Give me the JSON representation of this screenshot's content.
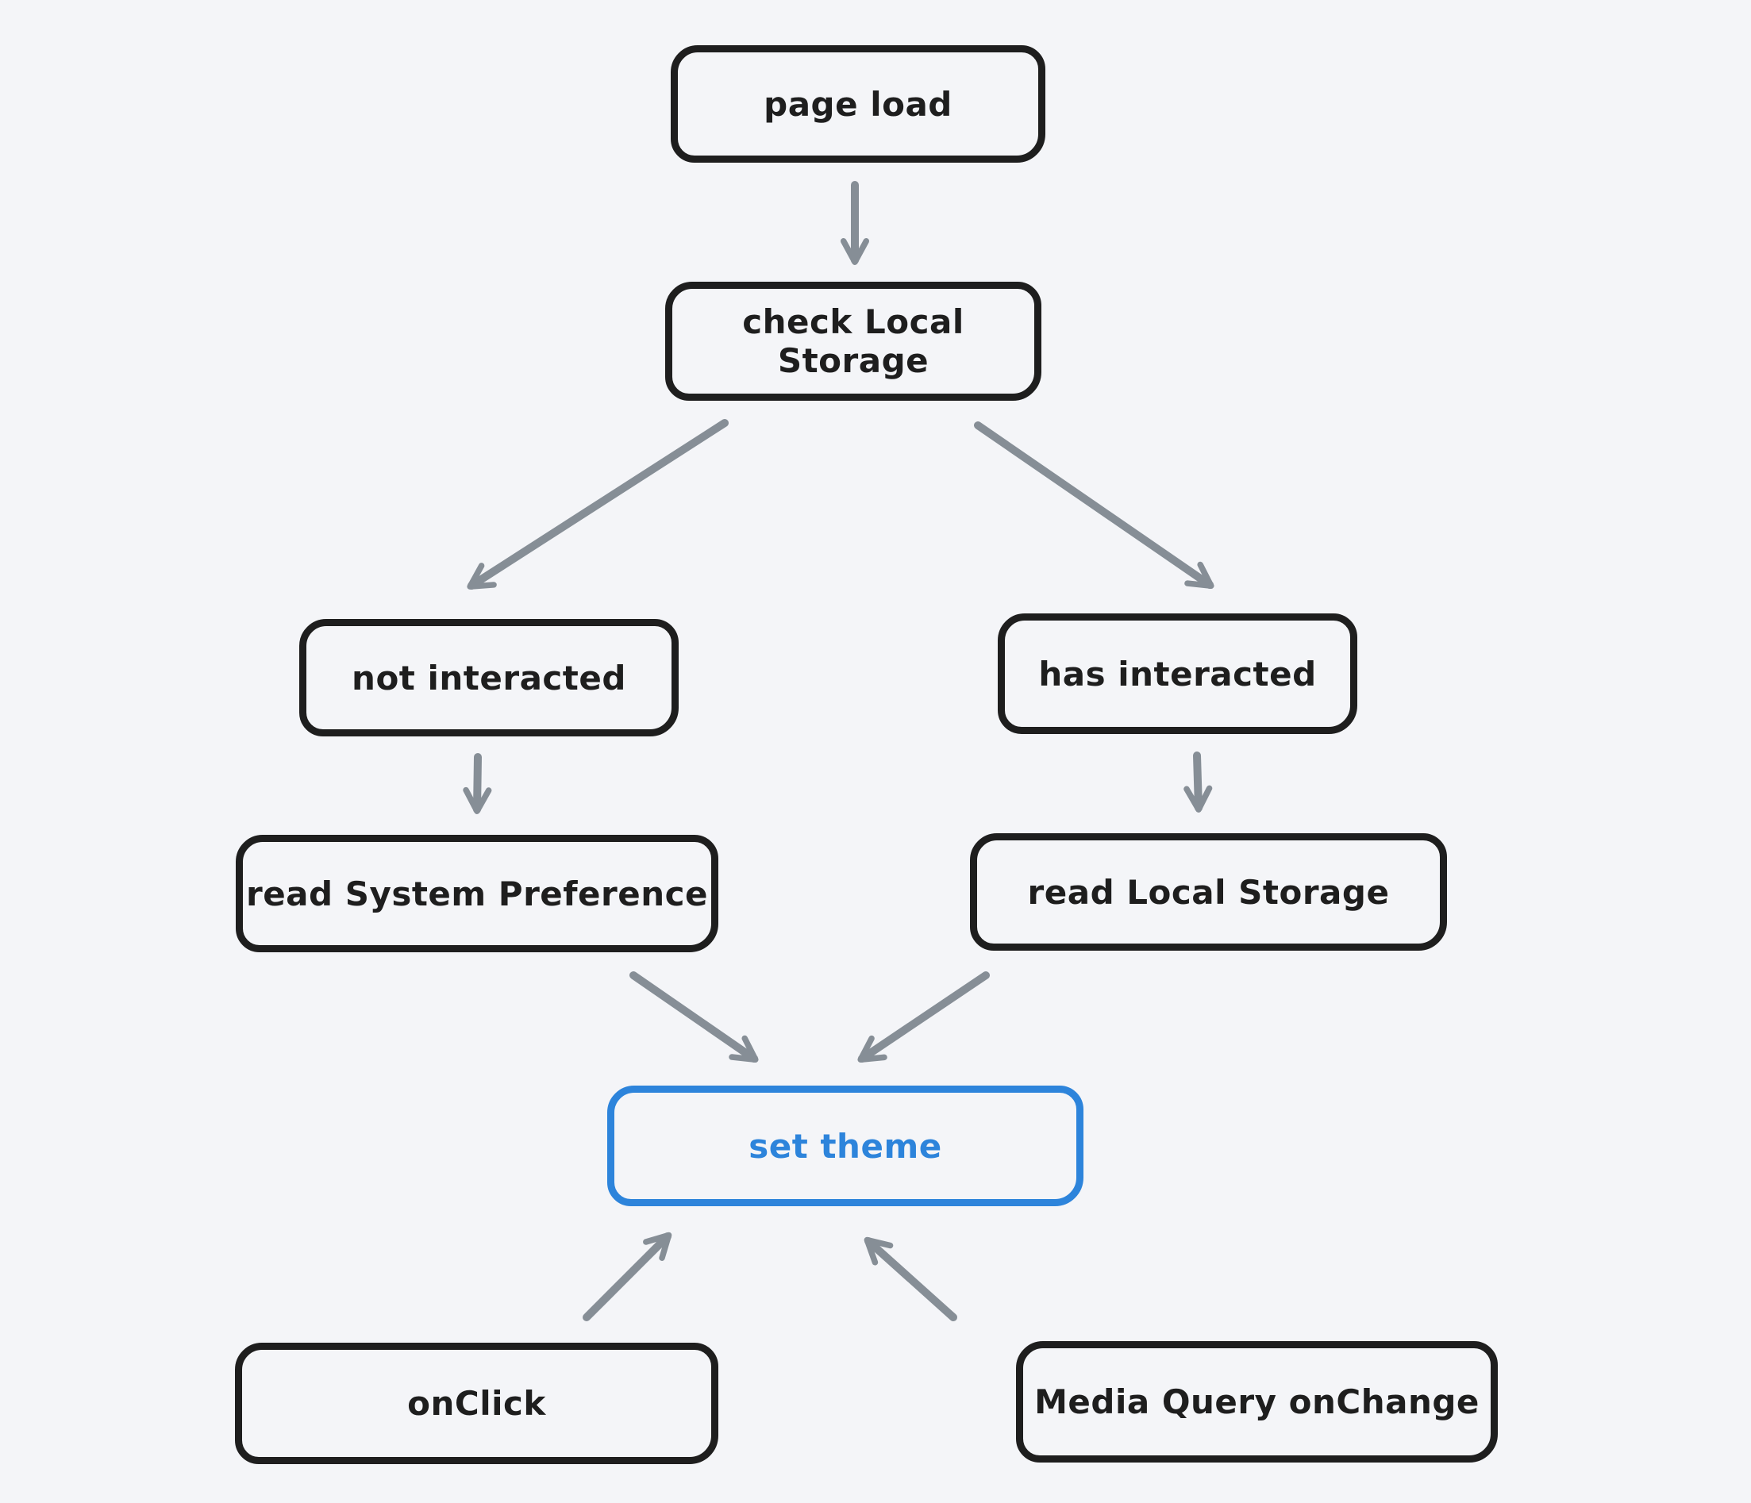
{
  "diagram": {
    "title": "",
    "nodes": {
      "page_load": {
        "label": "page load"
      },
      "check_local_storage": {
        "label": "check Local Storage"
      },
      "not_interacted": {
        "label": "not interacted"
      },
      "has_interacted": {
        "label": "has interacted"
      },
      "read_system_preference": {
        "label": "read System Preference"
      },
      "read_local_storage": {
        "label": "read Local Storage"
      },
      "set_theme": {
        "label": "set theme",
        "highlighted": true
      },
      "on_click": {
        "label": "onClick"
      },
      "media_query_onchange": {
        "label": "Media Query onChange"
      }
    },
    "edges": [
      {
        "from": "page_load",
        "to": "check_local_storage"
      },
      {
        "from": "check_local_storage",
        "to": "not_interacted"
      },
      {
        "from": "check_local_storage",
        "to": "has_interacted"
      },
      {
        "from": "not_interacted",
        "to": "read_system_preference"
      },
      {
        "from": "has_interacted",
        "to": "read_local_storage"
      },
      {
        "from": "read_system_preference",
        "to": "set_theme"
      },
      {
        "from": "read_local_storage",
        "to": "set_theme"
      },
      {
        "from": "on_click",
        "to": "set_theme"
      },
      {
        "from": "media_query_onchange",
        "to": "set_theme"
      }
    ],
    "colors": {
      "node_stroke": "#1e1e1e",
      "highlight_stroke": "#2d84db",
      "arrow": "#868e96",
      "background": "#f4f5f8"
    }
  }
}
